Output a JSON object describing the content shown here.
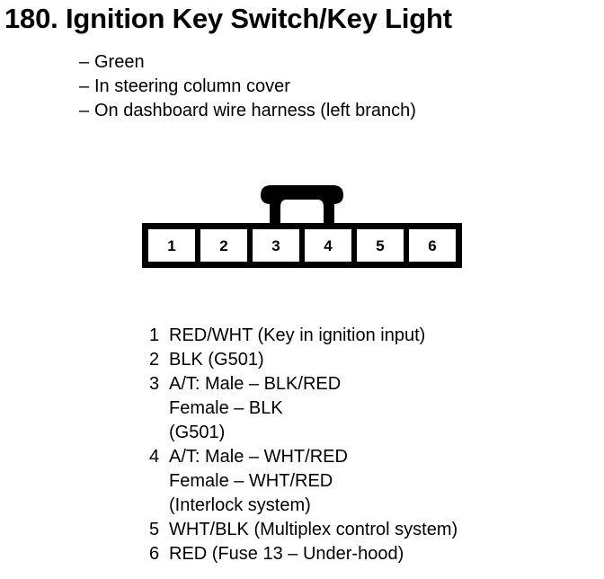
{
  "page": {
    "title": "180. Ignition Key Switch/Key Light",
    "section_number": "180.",
    "ink_color": "#000000",
    "background_color": "#ffffff"
  },
  "description": {
    "dash": "–",
    "items": [
      {
        "text": "Green"
      },
      {
        "text": "In steering column cover"
      },
      {
        "text": "On dashboard wire harness (left branch)"
      }
    ]
  },
  "connector": {
    "name": "6-pin connector",
    "pin_count": 6,
    "tab": "locking-tab",
    "pins": [
      {
        "number": "1"
      },
      {
        "number": "2"
      },
      {
        "number": "3"
      },
      {
        "number": "4"
      },
      {
        "number": "5"
      },
      {
        "number": "6"
      }
    ]
  },
  "pin_legend": [
    {
      "number": "1",
      "lines": [
        "RED/WHT (Key in ignition input)"
      ]
    },
    {
      "number": "2",
      "lines": [
        "BLK (G501)"
      ]
    },
    {
      "number": "3",
      "lines": [
        "A/T: Male – BLK/RED",
        "Female – BLK",
        "(G501)"
      ]
    },
    {
      "number": "4",
      "lines": [
        "A/T: Male – WHT/RED",
        "Female – WHT/RED",
        "(Interlock system)"
      ]
    },
    {
      "number": "5",
      "lines": [
        "WHT/BLK (Multiplex control system)"
      ]
    },
    {
      "number": "6",
      "lines": [
        "RED (Fuse 13 – Under-hood)"
      ]
    }
  ]
}
